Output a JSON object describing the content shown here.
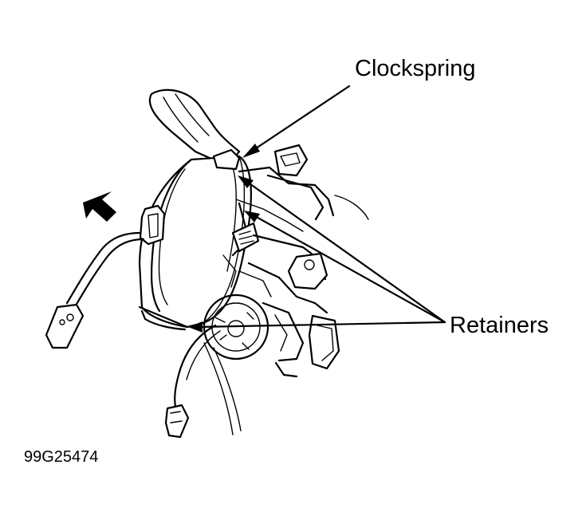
{
  "labels": {
    "clockspring": "Clockspring",
    "retainers": "Retainers",
    "figure_code": "99G25474"
  },
  "colors": {
    "ink": "#000000",
    "paper": "#ffffff"
  }
}
